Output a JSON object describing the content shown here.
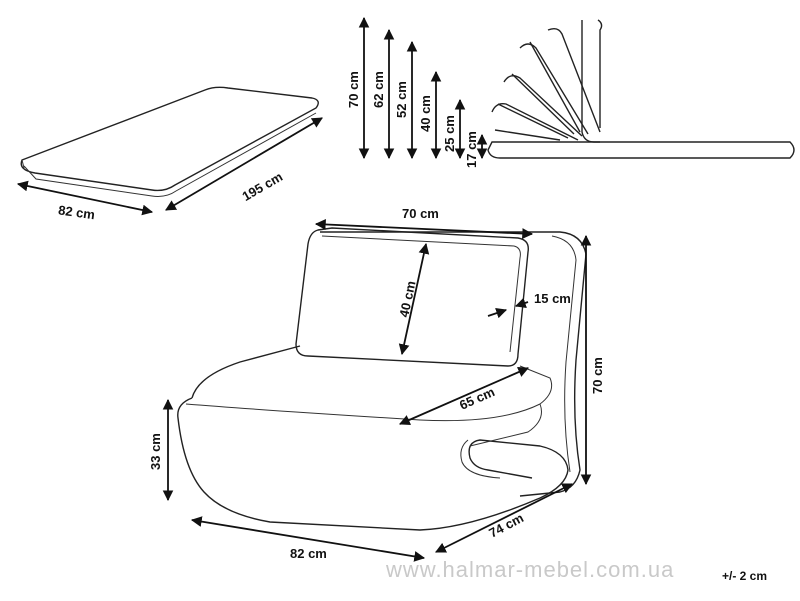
{
  "diagram": {
    "mattress": {
      "length_label": "195 cm",
      "width_label": "82 cm"
    },
    "recline_heights": [
      "70 cm",
      "62 cm",
      "52 cm",
      "40 cm",
      "25 cm",
      "17 cm"
    ],
    "chair": {
      "back_width_label": "70 cm",
      "cushion_height_label": "40 cm",
      "cushion_depth_label": "15 cm",
      "total_height_label": "70 cm",
      "seat_depth_label": "65 cm",
      "seat_height_label": "33 cm",
      "front_width_label": "82 cm",
      "side_depth_label": "74 cm"
    },
    "watermark": "www.halmar-mebel.com.ua",
    "tolerance": "+/- 2 cm"
  }
}
